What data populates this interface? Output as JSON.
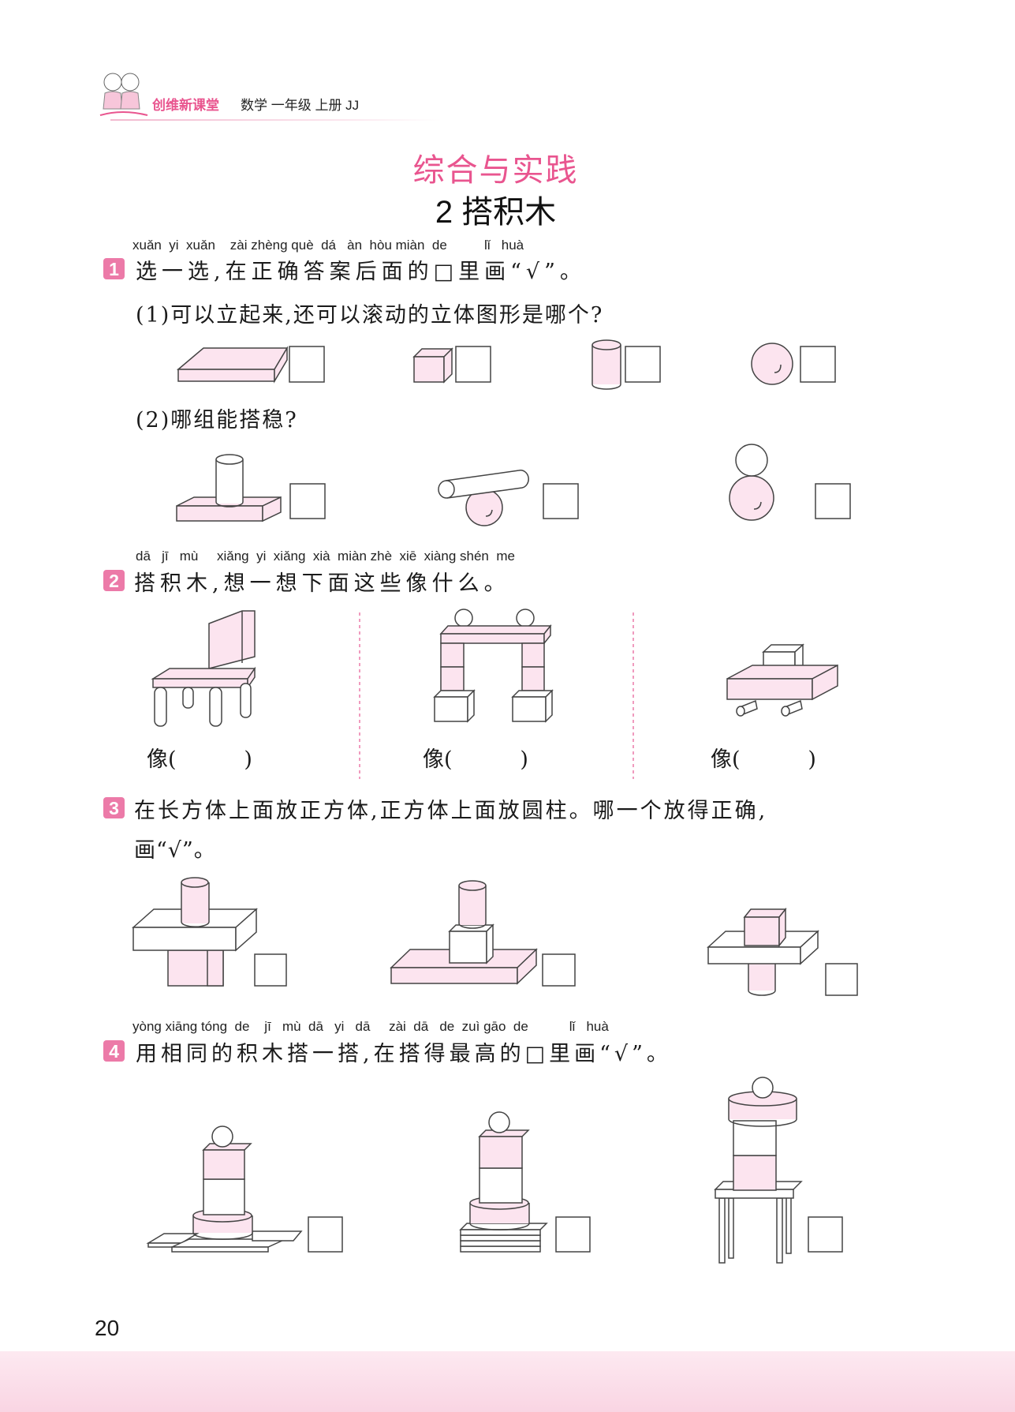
{
  "header": {
    "brand": "创维新课堂",
    "subject": "数学  一年级  上册  JJ"
  },
  "title": {
    "section": "综合与实践",
    "lesson": "2  搭积木"
  },
  "q1": {
    "number": "1",
    "pinyin": "xuǎn  yi  xuǎn    zài zhèng què  dá   àn  hòu miàn  de          lǐ   huà",
    "text": "选一选,在正确答案后面的□里画“√”。",
    "sub1": "(1)可以立起来,还可以滚动的立体图形是哪个?",
    "sub2": "(2)哪组能搭稳?"
  },
  "q2": {
    "number": "2",
    "pinyin": "dā   jī   mù     xiǎng  yi  xiǎng  xià  miàn zhè  xiē  xiàng shén  me",
    "text": "搭积木,想一想下面这些像什么。",
    "answers": [
      "像(          )",
      "像(          )",
      "像(          )"
    ]
  },
  "q3": {
    "number": "3",
    "text": "在长方体上面放正方体,正方体上面放圆柱。哪一个放得正确,",
    "text2": "画“√”。"
  },
  "q4": {
    "number": "4",
    "pinyin": "yòng xiāng tóng  de    jī   mù  dā   yi   dā     zài  dā   de  zuì gāo  de           lǐ   huà",
    "text": "用相同的积木搭一搭,在搭得最高的□里画“√”。"
  },
  "page_number": "20",
  "colors": {
    "accent": "#e9558f",
    "shape_fill": "#fce4ef",
    "badge": "#ec7aa8"
  }
}
